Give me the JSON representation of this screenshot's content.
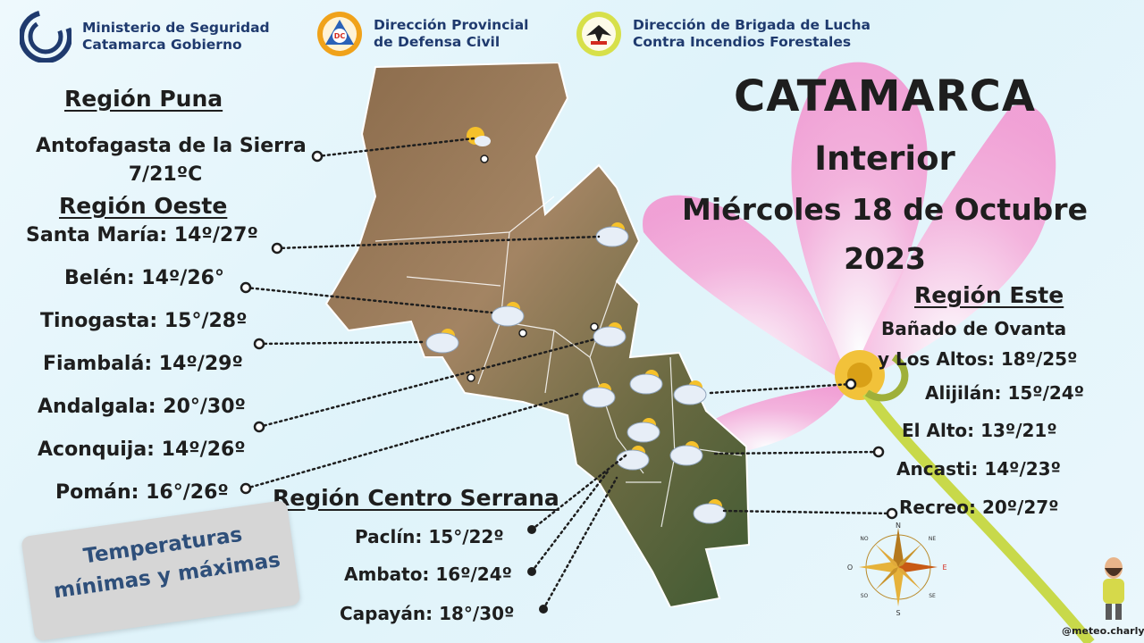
{
  "header": {
    "logos": [
      {
        "line1": "Ministerio de Seguridad",
        "line2": "Catamarca Gobierno",
        "icon": "catamarca-c-logo-icon"
      },
      {
        "line1": "Dirección Provincial",
        "line2": "de Defensa Civil",
        "icon": "defensa-civil-seal-icon",
        "seal_text": "DC"
      },
      {
        "line1": "Dirección de Brigada de Lucha",
        "line2": "Contra Incendios Forestales",
        "icon": "brigada-seal-icon"
      }
    ]
  },
  "title": {
    "province": "CATAMARCA",
    "subtitle": "Interior",
    "date_line1": "Miércoles 18 de Octubre",
    "date_line2": "2023"
  },
  "regions": {
    "puna": {
      "title": "Región Puna",
      "place_line1": "Antofagasta de la Sierra",
      "place_line2": "7/21ºC"
    },
    "oeste": {
      "title": "Región Oeste",
      "items": [
        "Santa María: 14º/27º",
        "Belén: 14º/26°",
        "Tinogasta: 15°/28º",
        "Fiambalá: 14º/29º",
        "Andalgala: 20°/30º",
        "Aconquija: 14º/26º",
        "Pomán: 16°/26º"
      ]
    },
    "centro": {
      "title": "Región Centro Serrana",
      "items": [
        "Paclín: 15°/22º",
        "Ambato: 16º/24º",
        "Capayán: 18°/30º"
      ]
    },
    "este": {
      "title": "Región Este",
      "items": [
        "Bañado de Ovanta",
        "y Los Altos: 18º/25º",
        "Alijilán: 15º/24º",
        "El Alto: 13º/21º",
        "Ancasti: 14º/23º",
        "Recreo: 20º/27º"
      ]
    }
  },
  "note": {
    "line1": "Temperaturas",
    "line2": "mínimas y máximas"
  },
  "compass": {
    "n": "N",
    "s": "S",
    "e": "E",
    "o": "O",
    "ne": "NE",
    "no": "NO",
    "se": "SE",
    "so": "SO"
  },
  "credit": "@meteo.charly",
  "colors": {
    "accent_blue": "#1f3a6e",
    "compass_red": "#d32a1e",
    "note_text": "#2e4f7a"
  }
}
